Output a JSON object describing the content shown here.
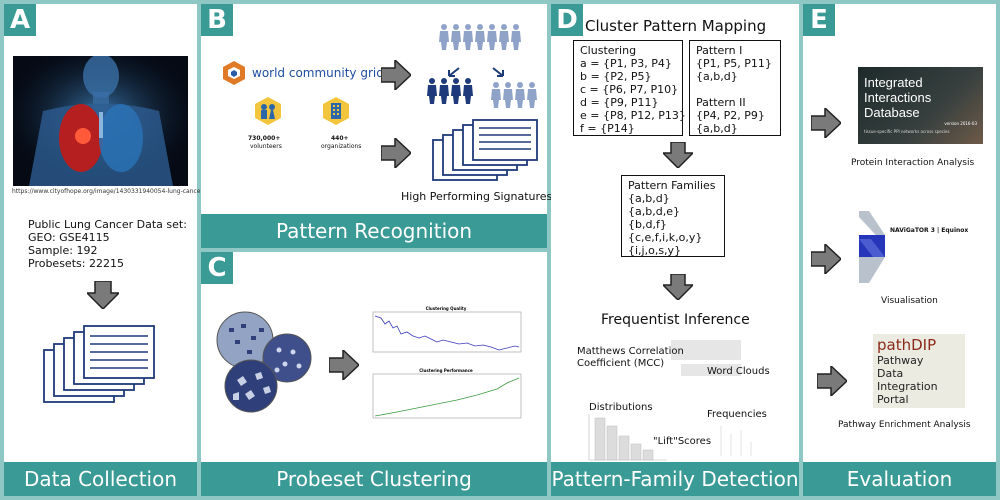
{
  "panels": {
    "a": {
      "badge": "A",
      "footer": "Data Collection",
      "image_credit": "https://www.cityofhope.org/image/1430331940054-lung-cancer.jpg",
      "dataset_lines": [
        "Public Lung Cancer Data set:",
        "GEO: GSE4115",
        "Sample: 192",
        "Probesets: 22215"
      ]
    },
    "b": {
      "badge": "B",
      "brand": "world community grid",
      "stat1_value": "730,000+",
      "stat1_label": "volunteers",
      "stat2_value": "440+",
      "stat2_label": "organizations",
      "signatures_label": "High Performing Signatures",
      "footer": "Pattern Recognition"
    },
    "c": {
      "badge": "C",
      "chart1_title": "Clustering Quality",
      "chart2_title": "Clustering Performance",
      "footer": "Probeset Clustering"
    },
    "d": {
      "badge": "D",
      "title": "Cluster Pattern Mapping",
      "clustering_lines": [
        "Clustering",
        "a = {P1, P3, P4}",
        "b = {P2, P5}",
        "c = {P6, P7, P10}",
        "d = {P9, P11}",
        "e = {P8, P12, P13}",
        "f = {P14}"
      ],
      "pattern_lines": [
        "Pattern I",
        "{P1, P5, P11}",
        "{a,b,d}",
        "",
        "Pattern II",
        "{P4, P2, P9}",
        "{a,b,d}"
      ],
      "families_lines": [
        "Pattern Families",
        "{a,b,d}",
        "{a,b,d,e}",
        "{b,d,f}",
        "{c,e,f,i,k,o,y}",
        "{i,j,o,s,y}"
      ],
      "inference_title": "Frequentist Inference",
      "mcc_label": "Matthews Correlation\nCoefficient (MCC)",
      "wordclouds_label": "Word Clouds",
      "distributions_label": "Distributions",
      "frequencies_label": "Frequencies",
      "lift_label": "\"Lift\"Scores",
      "footer": "Pattern-Family Detection"
    },
    "e": {
      "badge": "E",
      "iid_title": "Integrated\nInteractions\nDatabase",
      "iid_version": "version 2016-03",
      "iid_sub": "tissue-specific PPI networks across species",
      "iid_caption": "Protein Interaction Analysis",
      "navigator_label": "NAViGaTOR 3 | Equinox",
      "navigator_caption": "Visualisation",
      "pathdip_title": "pathDIP",
      "pathdip_lines": [
        "Pathway",
        "Data",
        "Integration",
        "Portal"
      ],
      "pathdip_caption": "Pathway Enrichment Analysis",
      "footer": "Evaluation"
    }
  },
  "colors": {
    "teal": "#3a9a96",
    "light_teal": "#8fc7c5",
    "navy": "#1f3a7a",
    "slate": "#5b6e9e"
  }
}
